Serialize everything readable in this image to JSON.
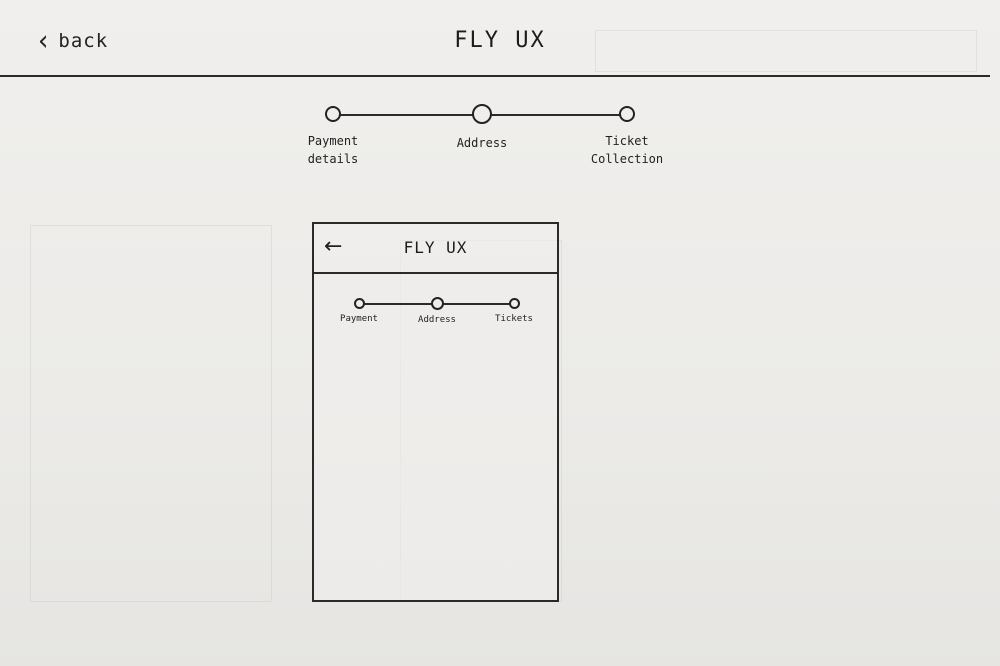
{
  "desktop": {
    "header": {
      "back_icon": "chevron-left-icon",
      "back_label": "back",
      "title": "FLY UX"
    },
    "stepper": {
      "steps": [
        {
          "label": "Payment\ndetails"
        },
        {
          "label": "Address"
        },
        {
          "label": "Ticket\nCollection"
        }
      ]
    }
  },
  "mobile": {
    "header": {
      "back_icon": "arrow-left-icon",
      "back_glyph": "←",
      "title": "FLY UX"
    },
    "stepper": {
      "steps": [
        {
          "label": "Payment"
        },
        {
          "label": "Address"
        },
        {
          "label": "Tickets"
        }
      ]
    }
  },
  "colors": {
    "paper": "#ecebe8",
    "ink": "#222222"
  }
}
